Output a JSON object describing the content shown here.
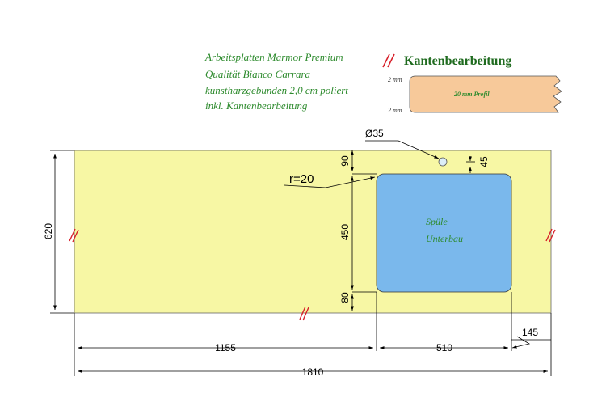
{
  "description": {
    "lines": [
      "Arbeitsplatten Marmor Premium",
      "Qualität Bianco Carrara",
      "kunstharzgebunden 2,0 cm poliert",
      "inkl. Kantenbearbeitung"
    ]
  },
  "edge_profile": {
    "title": "Kantenbearbeitung",
    "top_label": "2 mm",
    "bottom_label": "2 mm",
    "profile_label": "20 mm Profil"
  },
  "sink": {
    "label_line1": "Spüle",
    "label_line2": "Unterbau"
  },
  "dimensions": {
    "hole_diameter": "Ø35",
    "corner_radius": "r=20",
    "depth": "620",
    "top_offset": "90",
    "hole_offset": "45",
    "sink_depth": "450",
    "bottom_offset": "80",
    "left_length": "1155",
    "sink_width": "510",
    "right_offset": "145",
    "total_length": "1810"
  },
  "colors": {
    "countertop": "#f7f7a4",
    "sink": "#7ab8ec",
    "edge_profile": "#f7c99a",
    "description_text": "#2e8b2e",
    "polished_edge_mark": "#d8202a"
  }
}
